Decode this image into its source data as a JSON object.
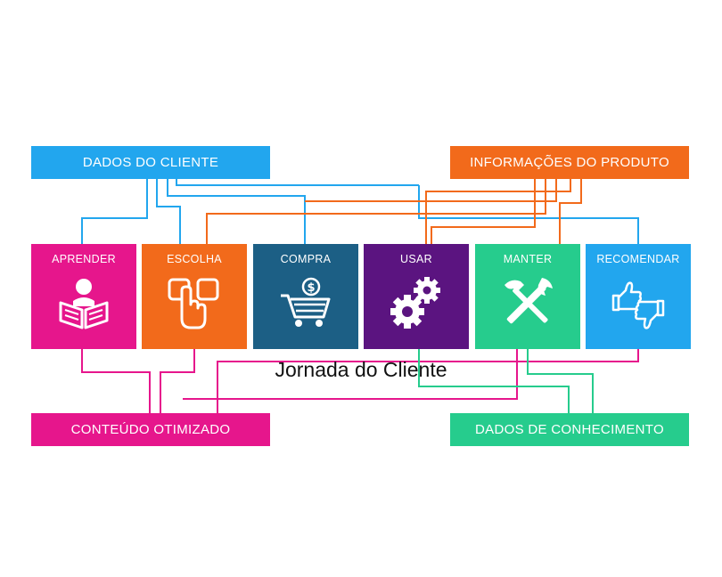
{
  "title": "Jornada do Cliente",
  "colors": {
    "blue": "#22a6ee",
    "orange": "#f26a1b",
    "magenta": "#e6168c",
    "green": "#26cc8d",
    "purple": "#5b1480",
    "darkblue": "#1c5f85"
  },
  "top_bars": {
    "dados_do_cliente": "DADOS DO CLIENTE",
    "informacoes_do_produto": "INFORMAÇÕES DO PRODUTO"
  },
  "bottom_bars": {
    "conteudo_otimizado": "CONTEÚDO OTIMIZADO",
    "dados_de_conhecimento": "DADOS DE CONHECIMENTO"
  },
  "stages": [
    {
      "label": "APRENDER",
      "icon": "reader-book-icon",
      "color": "#e6168c"
    },
    {
      "label": "ESCOLHA",
      "icon": "touch-select-icon",
      "color": "#f26a1b"
    },
    {
      "label": "COMPRA",
      "icon": "shopping-cart-icon",
      "color": "#1c5f85"
    },
    {
      "label": "USAR",
      "icon": "gears-icon",
      "color": "#5b1480"
    },
    {
      "label": "MANTER",
      "icon": "tools-icon",
      "color": "#26cc8d"
    },
    {
      "label": "RECOMENDAR",
      "icon": "thumbs-up-down-icon",
      "color": "#22a6ee"
    }
  ]
}
